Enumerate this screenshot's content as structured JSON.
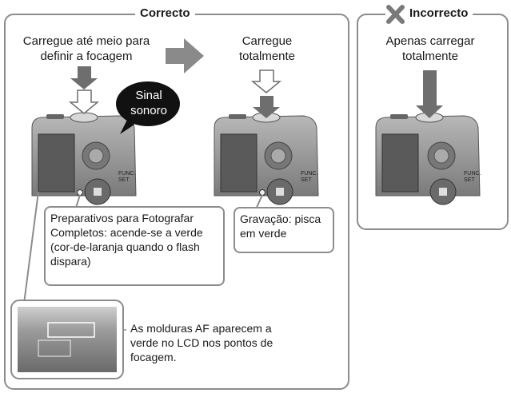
{
  "correct": {
    "title": "Correcto",
    "step_half_label": "Carregue até meio para definir a focagem",
    "step_full_label": "Carregue totalmente",
    "beep_label": "Sinal sonoro",
    "ready_callout": "Preparativos para Fotografar Completos: acende-se a verde (cor-de-laranja quando o flash dispara)",
    "recording_callout": "Gravação: pisca em verde",
    "af_frames_text": "As molduras AF aparecem a verde no LCD nos pontos de focagem."
  },
  "incorrect": {
    "title": "Incorrecto",
    "instruction_label": "Apenas carregar totalmente"
  },
  "camera": {
    "func_label": "FUNC. SET"
  },
  "colors": {
    "frame_border": "#8c8c8c",
    "arrow_gray": "#6e6e6e",
    "camera_body": "#9a9a9a",
    "camera_dark": "#4a4a4a",
    "x_mark": "#7a7a7a",
    "bubble": "#111111"
  }
}
